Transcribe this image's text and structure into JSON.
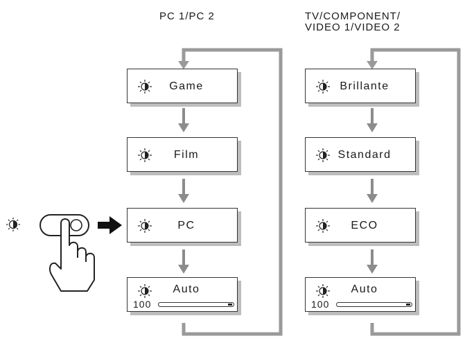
{
  "left_column": {
    "title": "PC 1/PC 2",
    "modes": [
      "Game",
      "Film",
      "PC",
      "Auto"
    ],
    "auto_value": "100"
  },
  "right_column": {
    "title_line1": "TV/COMPONENT/",
    "title_line2": "VIDEO 1/VIDEO 2",
    "modes": [
      "Brillante",
      "Standard",
      "ECO",
      "Auto"
    ],
    "auto_value": "100"
  },
  "icons": {
    "mode_icon": "picture-mode-icon",
    "button": "picture-mode-button",
    "hand": "pressing-hand-icon",
    "arrow": "right-arrow-icon"
  },
  "colors": {
    "loop_line": "#9a9a9a",
    "shadow": "#bdbdbd",
    "stroke": "#333333"
  }
}
